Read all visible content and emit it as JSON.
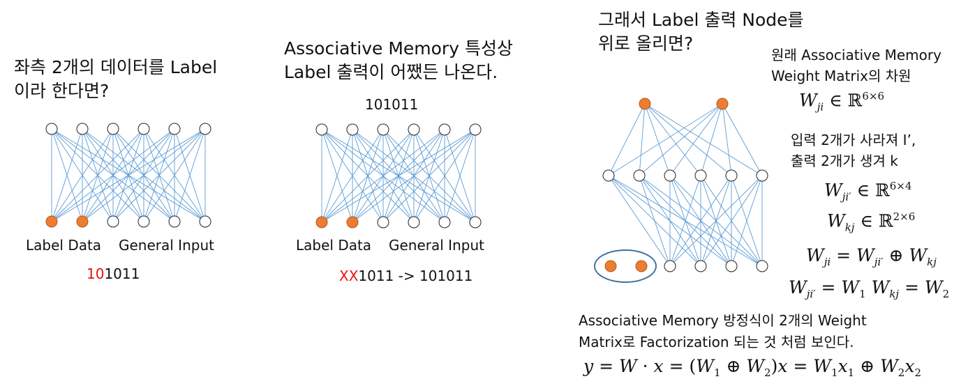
{
  "panel1": {
    "title_line1": "좌측 2개의 데이터를 Label",
    "title_line2": "이라 한다면?",
    "label_data": "Label Data",
    "general_input": "General Input",
    "code_red": "10",
    "code_rest": "1011"
  },
  "panel2": {
    "title_line1": "Associative Memory 특성상",
    "title_line2": "Label 출력이 어쨌든 나온다.",
    "output_code": "101011",
    "label_data": "Label Data",
    "general_input": "General Input",
    "code_red": "XX",
    "code_rest": "1011 -> 101011"
  },
  "panel3": {
    "title_line1": "그래서 Label 출력  Node를",
    "title_line2": "위로 올리면?",
    "note1_line1": "원래 Associative Memory",
    "note1_line2": "Weight Matrix의 차원",
    "note2_line1": "입력 2개가 사라져 I’,",
    "note2_line2": "출력 2개가 생겨 k",
    "bottom_line1": "Associative Memory 방정식이 2개의 Weight",
    "bottom_line2": "Matrix로 Factorization 되는 것 처럼 보인다."
  },
  "colors": {
    "edge": "#5b9bd5",
    "label_node": "#ed7d31",
    "ellipse": "#41719c",
    "red_text": "#e8130e"
  }
}
